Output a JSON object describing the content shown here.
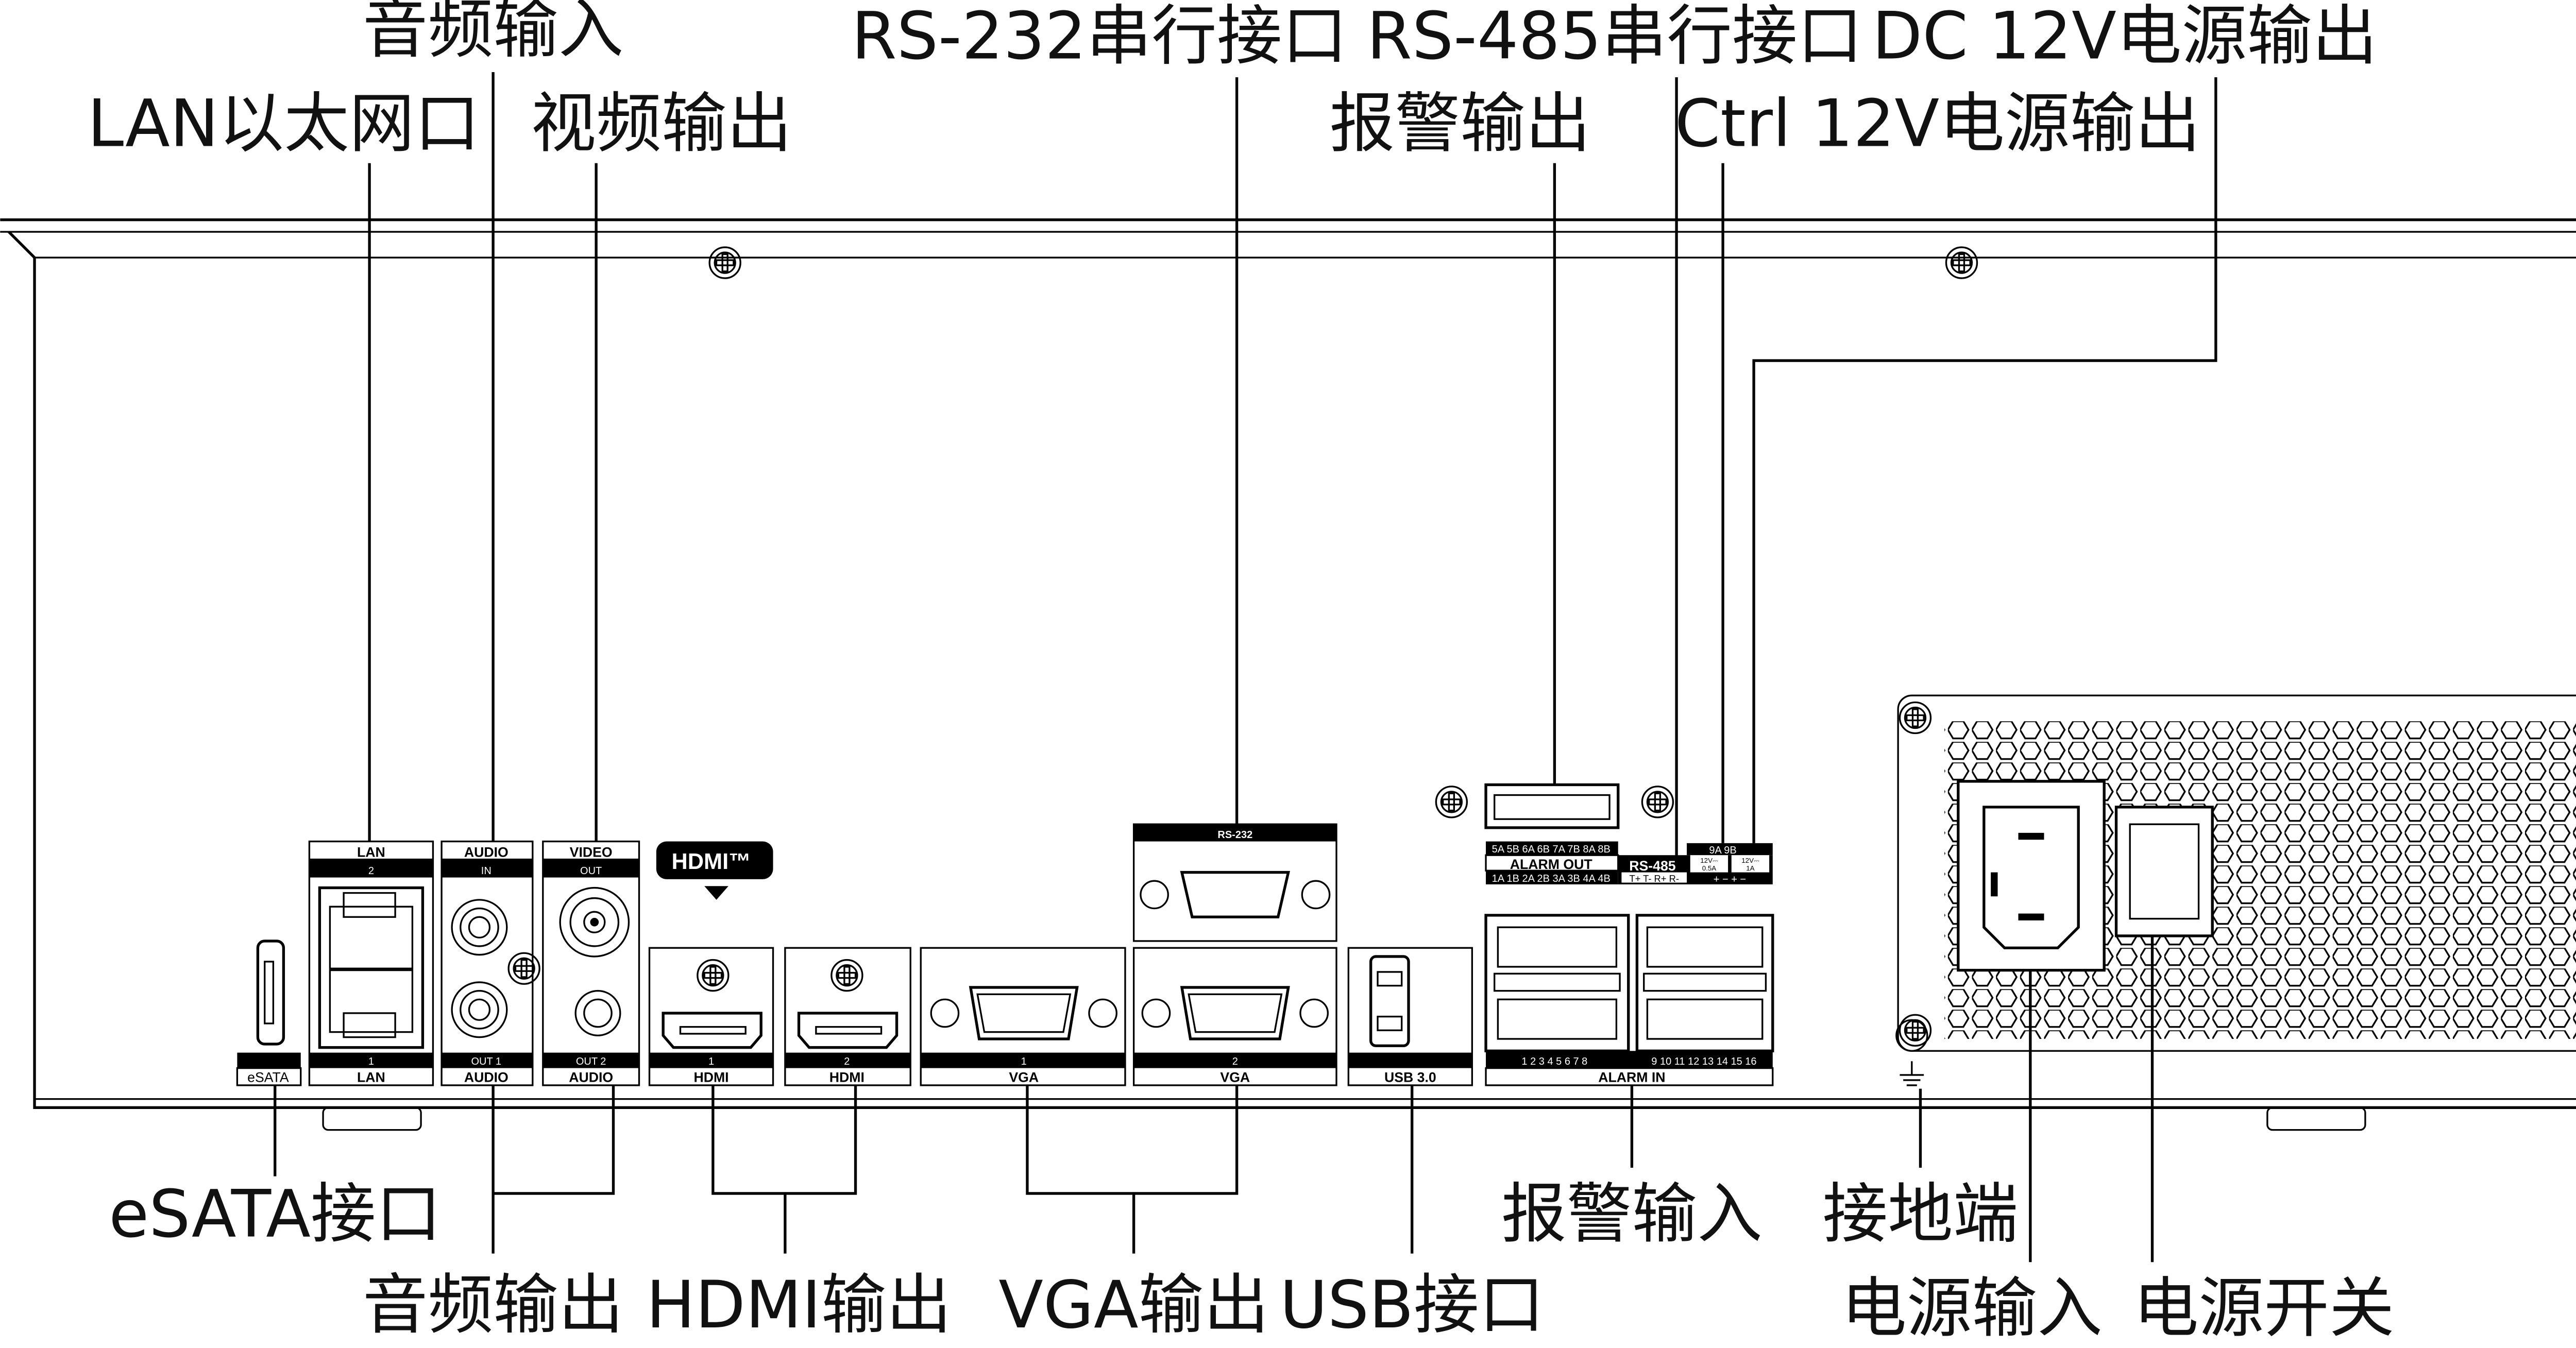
{
  "callouts_top": {
    "audio_in": "音频输入",
    "lan": "LAN以太网口",
    "video_out": "视频输出",
    "rs232": "RS-232串行接口",
    "rs485": "RS-485串行接口",
    "dc12v": "DC 12V电源输出",
    "alarm_out": "报警输出",
    "ctrl12v": "Ctrl 12V电源输出"
  },
  "callouts_bottom": {
    "esata": "eSATA接口",
    "audio_out": "音频输出",
    "hdmi_out": "HDMI输出",
    "vga_out": "VGA输出",
    "usb": "USB接口",
    "alarm_in": "报警输入",
    "ground": "接地端",
    "power_in": "电源输入",
    "power_switch": "电源开关"
  },
  "panel": {
    "esata": "eSATA",
    "lan_top": "LAN",
    "lan_2": "2",
    "lan_1": "1",
    "lan_bottom": "LAN",
    "audio_top": "AUDIO",
    "audio_in": "IN",
    "audio_out1": "OUT 1",
    "audio_bottom": "AUDIO",
    "video_top": "VIDEO",
    "video_out": "OUT",
    "audio_out2": "OUT 2",
    "audio2_bottom": "AUDIO",
    "hdmi_logo": "HDMI™",
    "hdmi1_num": "1",
    "hdmi1": "HDMI",
    "hdmi2_num": "2",
    "hdmi2": "HDMI",
    "vga1_num": "1",
    "vga1": "VGA",
    "vga2_num": "2",
    "vga2": "VGA",
    "rs232": "RS-232",
    "usb": "USB 3.0",
    "alarm_out_top": "5A 5B 6A 6B 7A 7B 8A 8B",
    "alarm_out": "ALARM OUT",
    "alarm_out_bottom": "1A 1B 2A 2B 3A 3B 4A 4B",
    "rs485": "RS-485",
    "rs485_pins": "T+ T- R+ R-",
    "pwr_9ab": "9A 9B",
    "pwr_05a_v": "12V⎓",
    "pwr_05a_a": "0.5A",
    "pwr_1a_v": "12V⎓",
    "pwr_1a_a": "1A",
    "pwr_pins": "+  −  +  −",
    "alarm_in_nums_1": "1  2  3  4  5  6  7  8",
    "alarm_in_nums_2": "9 10 11 12 13 14 15 16",
    "alarm_in": "ALARM IN"
  }
}
